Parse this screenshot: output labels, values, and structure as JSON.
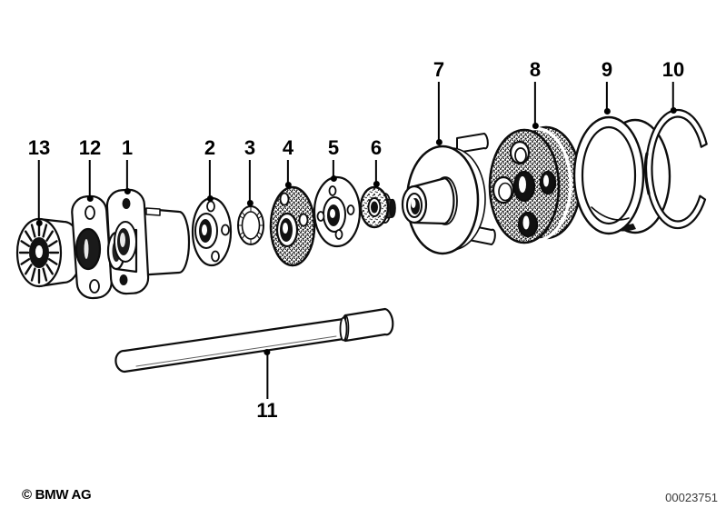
{
  "document": {
    "copyright": "© BMW AG",
    "drawing_number": "00023751"
  },
  "diagram": {
    "type": "exploded-parts-drawing",
    "callouts": [
      {
        "number": "13"
      },
      {
        "number": "12"
      },
      {
        "number": "1"
      },
      {
        "number": "2"
      },
      {
        "number": "3"
      },
      {
        "number": "4"
      },
      {
        "number": "5"
      },
      {
        "number": "6"
      },
      {
        "number": "7"
      },
      {
        "number": "8"
      },
      {
        "number": "9"
      },
      {
        "number": "10"
      },
      {
        "number": "11"
      }
    ]
  },
  "colors": {
    "background": "#ffffff",
    "line": "#0d0d0d",
    "callout_text": "#000000",
    "footer_number_text": "#3a3a3a"
  }
}
